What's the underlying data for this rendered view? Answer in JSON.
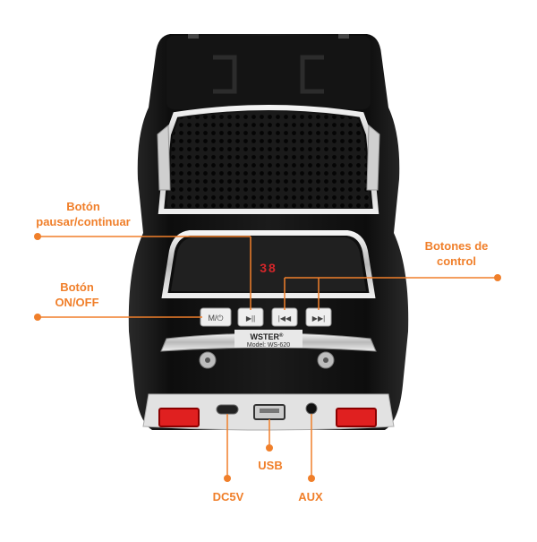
{
  "labels": {
    "pausar_line1": "Botón",
    "pausar_line2": "pausar/continuar",
    "onoff_line1": "Botón",
    "onoff_line2": "ON/OFF",
    "control_line1": "Botones de",
    "control_line2": "control",
    "usb": "USB",
    "dc5v": "DC5V",
    "aux": "AUX"
  },
  "device": {
    "brand": "WSTER",
    "brand_mark": "®",
    "model": "Model: WS-620",
    "display": "38",
    "button_power": "M/⏻",
    "button_play": "▶||",
    "button_prev": "|◀◀",
    "button_next": "▶▶|"
  },
  "colors": {
    "accent": "#f07f2a",
    "body": "#111111",
    "chrome": "#d8d8d8",
    "tail_light": "#e02020"
  }
}
